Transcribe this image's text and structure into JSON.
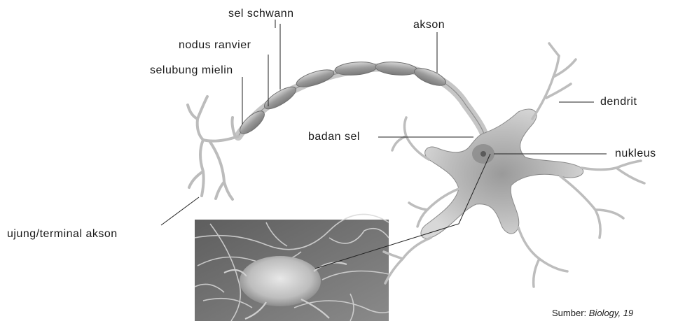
{
  "labels": {
    "sel_schwann": "sel schwann",
    "akson": "akson",
    "nodus_ranvier": "nodus ranvier",
    "selubung_mielin": "selubung mielin",
    "dendrit": "dendrit",
    "badan_sel": "badan sel",
    "nukleus": "nukleus",
    "ujung_terminal_akson": "ujung/terminal akson"
  },
  "source": {
    "prefix": "Sumber:",
    "title": "Biology,",
    "year": "19"
  },
  "colors": {
    "neuron_fill": "#c9c9c9",
    "neuron_stroke": "#8a8a8a",
    "myelin": "#9e9e9e",
    "photo_bg": "#6e6e6e",
    "leader_line": "#222222"
  }
}
